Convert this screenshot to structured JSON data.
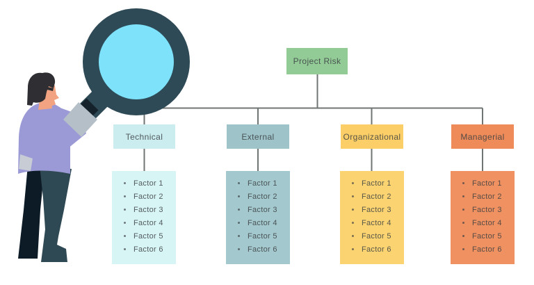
{
  "root": {
    "label": "Project Risk",
    "bg": "#93CB97"
  },
  "columns": [
    {
      "label": "Technical",
      "header_bg": "#CBEDEF",
      "list_bg": "#D8F5F5",
      "factors": [
        "Factor 1",
        "Factor 2",
        "Factor 3",
        "Factor 4",
        "Factor 5",
        "Factor 6"
      ]
    },
    {
      "label": "External",
      "header_bg": "#9EC4CA",
      "list_bg": "#A3C8CD",
      "factors": [
        "Factor 1",
        "Factor 2",
        "Factor 3",
        "Factor 4",
        "Factor 5",
        "Factor 6"
      ]
    },
    {
      "label": "Organizational",
      "header_bg": "#FBCE67",
      "list_bg": "#FBD471",
      "factors": [
        "Factor 1",
        "Factor 2",
        "Factor 3",
        "Factor 4",
        "Factor 5",
        "Factor 6"
      ]
    },
    {
      "label": "Managerial",
      "header_bg": "#EE8B59",
      "list_bg": "#EF9160",
      "factors": [
        "Factor 1",
        "Factor 2",
        "Factor 3",
        "Factor 4",
        "Factor 5",
        "Factor 6"
      ]
    }
  ],
  "connector_color": "#6F7573",
  "illustration": {
    "name": "person-with-magnifying-glass",
    "colors": {
      "frame": "#2E4A56",
      "lens": "#7DE2FA",
      "handle": "#16222B",
      "glove": "#B5BFC8",
      "sweater": "#9B9AD6",
      "hem": "#C8CDD5",
      "skin": "#F2A482",
      "hair": "#2F2F33",
      "pants_front": "#2E4953",
      "pants_back": "#0D1B26"
    }
  }
}
